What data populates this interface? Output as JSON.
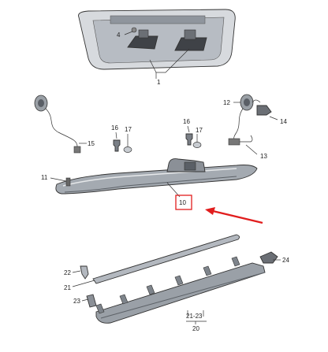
{
  "callouts": {
    "c1": "1",
    "c4": "4",
    "c10": "10",
    "c11": "11",
    "c12": "12",
    "c13": "13",
    "c14": "14",
    "c15": "15",
    "c16a": "16",
    "c16b": "16",
    "c17a": "17",
    "c17b": "17",
    "c20": "20",
    "c21": "21",
    "c21_23": "21-23",
    "c22": "22",
    "c23": "23",
    "c24": "24"
  },
  "highlight": {
    "label": "10",
    "box_color": "#e11d1d",
    "arrow_color": "#e11d1d"
  }
}
